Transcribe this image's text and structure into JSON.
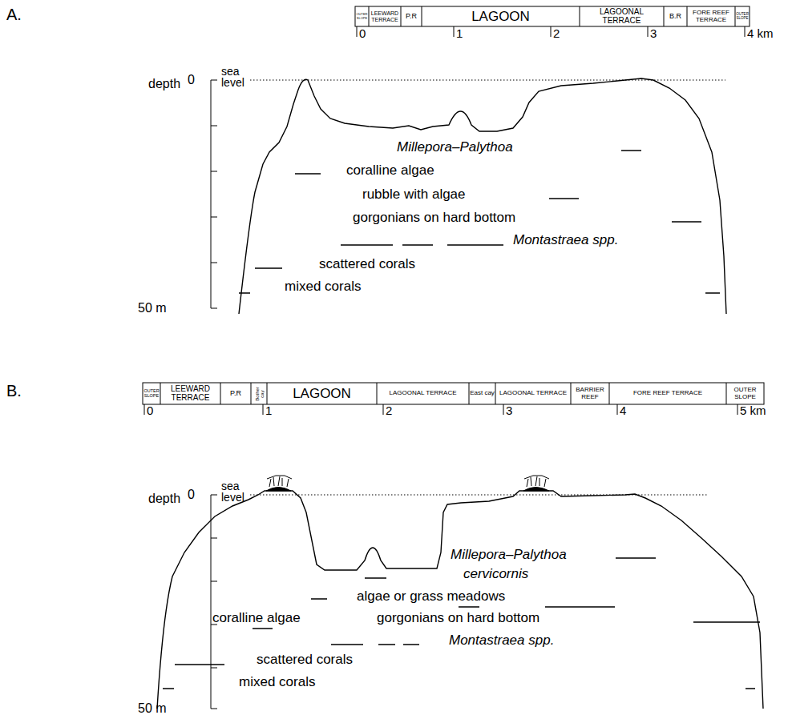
{
  "diagram": {
    "labels": [
      "A.",
      "OUTER SLOPE",
      "LEEWARD TERRACE",
      "P.R",
      "LAGOON",
      "LAGOONAL TERRACE",
      "B.R",
      "FORE REEF TERRACE",
      "OUTER SLOPE",
      "0",
      "1",
      "2",
      "3",
      "4 km",
      "sea level",
      "depth",
      "0",
      "50 m",
      "Millepora–Palythoa",
      "coralline algae",
      "rubble with algae",
      "gorgonians on hard bottom",
      "Montastraea spp.",
      "scattered corals",
      "mixed corals",
      "B.",
      "OUTER SLOPE",
      "LEEWARD TERRACE",
      "P.R",
      "Bother cay",
      "LAGOON",
      "LAGOONAL TERRACE",
      "East cay",
      "LAGOONAL TERRACE",
      "BARRIER REEF",
      "FORE REEF TERRACE",
      "OUTER SLOPE",
      "0",
      "1",
      "2",
      "3",
      "4",
      "5 km",
      "sea level",
      "depth",
      "0",
      "50 m",
      "Millepora–Palythoa",
      "cervicornis",
      "algae or grass meadows",
      "coralline algae",
      "gorgonians on hard bottom",
      "Montastraea spp.",
      "scattered corals",
      "mixed corals"
    ]
  }
}
